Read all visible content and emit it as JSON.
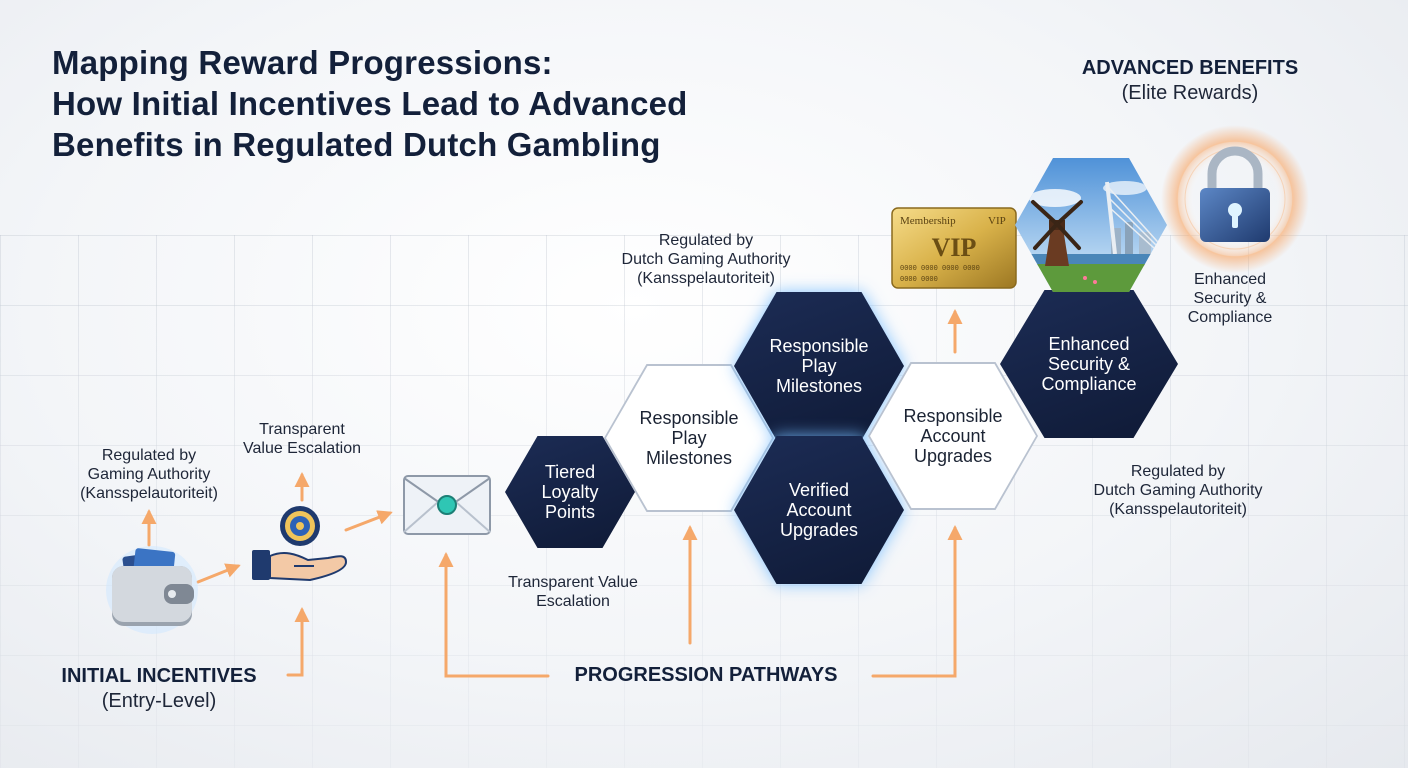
{
  "title": {
    "line1": "Mapping Reward Progressions:",
    "line2": "How Initial Incentives Lead to Advanced",
    "line3": "Benefits in Regulated Dutch Gambling"
  },
  "advanced": {
    "heading": "ADVANCED BENEFITS",
    "sub": "(Elite Rewards)"
  },
  "initial": {
    "heading": "INITIAL INCENTIVES",
    "sub": "(Entry-Level)"
  },
  "pathways": {
    "heading": "PROGRESSION PATHWAYS"
  },
  "labels": {
    "regulated_left": [
      "Regulated by",
      "Gaming Authority",
      "(Kansspelautoriteit)"
    ],
    "transparent_top": [
      "Transparent",
      "Value Escalation"
    ],
    "regulated_center": [
      "Regulated by",
      "Dutch Gaming Authority",
      "(Kansspelautoriteit)"
    ],
    "transparent_bottom": [
      "Transparent Value",
      "Escalation"
    ],
    "regulated_right": [
      "Regulated by",
      "Dutch Gaming Authority",
      "(Kansspelautoriteit)"
    ],
    "enhanced_side": [
      "Enhanced",
      "Security &",
      "Compliance"
    ]
  },
  "hexagons": {
    "tiered": [
      "Tiered",
      "Loyalty",
      "Points"
    ],
    "responsible_play_white": [
      "Responsible",
      "Play",
      "Milestones"
    ],
    "responsible_play_dark": [
      "Responsible",
      "Play",
      "Milestones"
    ],
    "verified": [
      "Verified",
      "Account",
      "Upgrades"
    ],
    "responsible_account": [
      "Responsible",
      "Account",
      "Upgrades"
    ],
    "enhanced": [
      "Enhanced",
      "Security &",
      "Compliance"
    ]
  },
  "vip_card": {
    "top_left": "Membership",
    "top_right": "VIP",
    "center": "VIP",
    "line1": "0000 0000 0000 0000",
    "line2": "0000 0000"
  },
  "icons": [
    "wallet-icon",
    "hand-coin-icon",
    "envelope-icon",
    "vip-card-icon",
    "windmill-bridge-icon",
    "padlock-icon"
  ],
  "colors": {
    "navy": "#13203a",
    "hex_dark": "#152449",
    "arrow": "#f5a86a",
    "glow": "#f7a463",
    "accent_teal": "#2fc6b4",
    "gold": "#d9b24a"
  }
}
